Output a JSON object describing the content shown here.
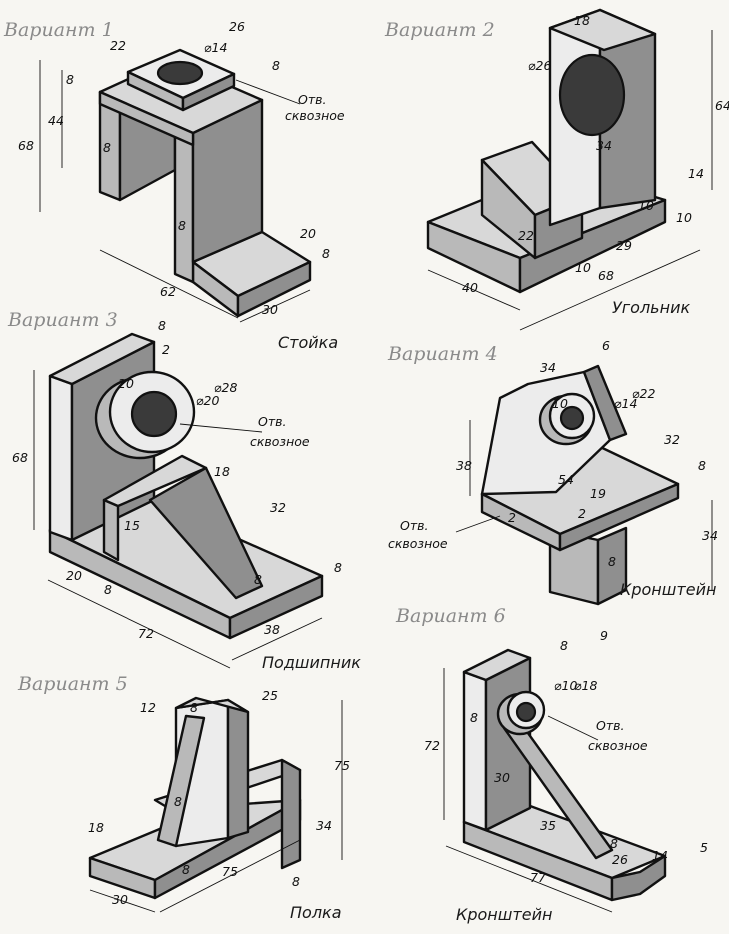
{
  "variants": [
    {
      "title": "Вариант 1",
      "part": "Стойка",
      "note": [
        "Отв.",
        "сквозное"
      ],
      "dims": [
        "26",
        "22",
        "⌀14",
        "8",
        "68",
        "44",
        "8",
        "8",
        "8",
        "20",
        "8",
        "62",
        "30"
      ]
    },
    {
      "title": "Вариант 2",
      "part": "Угольник",
      "dims": [
        "18",
        "⌀26",
        "64",
        "34",
        "14",
        "10",
        "22",
        "10",
        "29",
        "10",
        "68",
        "40"
      ]
    },
    {
      "title": "Вариант 3",
      "part": "Подшипник",
      "note": [
        "Отв.",
        "сквозное"
      ],
      "dims": [
        "8",
        "2",
        "20",
        "⌀20",
        "⌀28",
        "68",
        "18",
        "32",
        "15",
        "8",
        "8",
        "20",
        "8",
        "72",
        "38"
      ]
    },
    {
      "title": "Вариант 4",
      "part": "Кронштейн",
      "note": [
        "Отв.",
        "сквозное"
      ],
      "dims": [
        "34",
        "6",
        "10",
        "⌀14",
        "⌀22",
        "32",
        "38",
        "54",
        "19",
        "8",
        "2",
        "2",
        "34",
        "8"
      ]
    },
    {
      "title": "Вариант 5",
      "part": "Полка",
      "dims": [
        "12",
        "8",
        "25",
        "75",
        "8",
        "18",
        "34",
        "8",
        "75",
        "8",
        "30"
      ]
    },
    {
      "title": "Вариант 6",
      "part": "Кронштейн",
      "note": [
        "Отв.",
        "сквозное"
      ],
      "dims": [
        "8",
        "9",
        "⌀10",
        "⌀18",
        "72",
        "8",
        "30",
        "35",
        "8",
        "26",
        "14",
        "5",
        "77"
      ]
    }
  ]
}
